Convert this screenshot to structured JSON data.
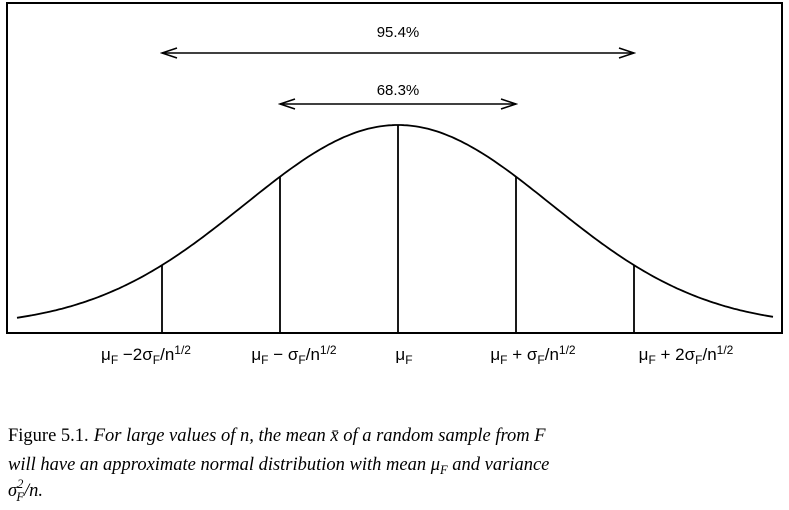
{
  "diagram": {
    "intervals": [
      {
        "label": "95.4%",
        "from_sd": -2,
        "to_sd": 2
      },
      {
        "label": "68.3%",
        "from_sd": -1,
        "to_sd": 1
      }
    ],
    "ticks": [
      {
        "sd": -2,
        "label_parts": [
          "μ",
          "F",
          " −2σ",
          "F",
          "/n",
          "1/2"
        ]
      },
      {
        "sd": -1,
        "label_parts": [
          "μ",
          "F",
          " − σ",
          "F",
          "/n",
          "1/2"
        ]
      },
      {
        "sd": 0,
        "label_parts": [
          "μ",
          "F"
        ]
      },
      {
        "sd": 1,
        "label_parts": [
          "μ",
          "F",
          " + σ",
          "F",
          "/n",
          "1/2"
        ]
      },
      {
        "sd": 2,
        "label_parts": [
          "μ",
          "F",
          " + 2σ",
          "F",
          "/n",
          "1/2"
        ]
      }
    ]
  },
  "caption": {
    "figure_no": "Figure 5.1.",
    "line1_italic": "For large values of n, the mean x̄ of a random sample from F",
    "line2_italic": "will have an approximate normal distribution with mean μ",
    "line2_sub": "F",
    "line2_tail": " and variance",
    "line3_sigma": "σ",
    "line3_sup": "2",
    "line3_sub": "F",
    "line3_tail": "/n."
  }
}
